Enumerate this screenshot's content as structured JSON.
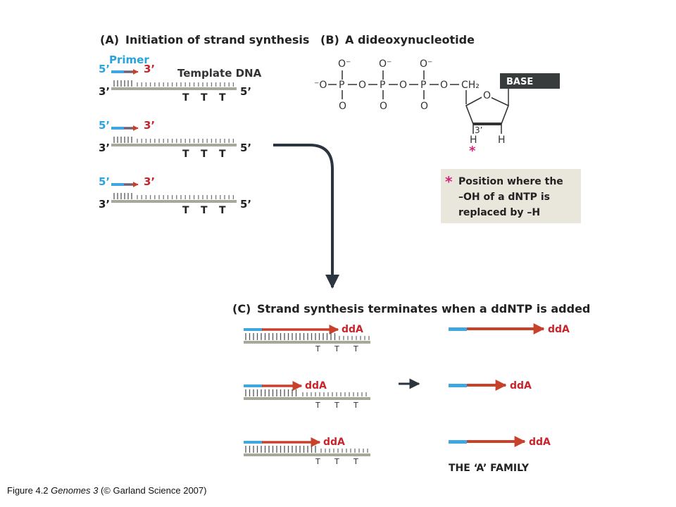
{
  "panel_a": {
    "letter": "(A)",
    "title": "Initiation of strand synthesis",
    "primer_label": "Primer",
    "template_label": "Template DNA",
    "end5": "5’",
    "end3": "3’",
    "template_bases": [
      "T",
      "T",
      "T"
    ]
  },
  "panel_b": {
    "letter": "(B)",
    "title": "A dideoxynucleotide",
    "o_top": "O⁻",
    "o_left": "⁻O",
    "p": "P",
    "o": "O",
    "ch2": "CH₂",
    "ring_o": "O",
    "base_label": "BASE",
    "c3_label": "3’",
    "h": "H",
    "asterisk": "*",
    "key_asterisk": "*",
    "key_text": [
      "Position where the",
      "–OH of a dNTP is",
      "replaced by –H"
    ]
  },
  "panel_c": {
    "letter": "(C)",
    "title": "Strand synthesis terminates when a ddNTP is added",
    "dda_label": "ddA",
    "template_bases": [
      "T",
      "T",
      "T"
    ],
    "family_label": "THE ‘A’ FAMILY"
  },
  "caption": {
    "prefix": "Figure 4.2  ",
    "book": "Genomes 3",
    "suffix": " (© Garland Science 2007)"
  },
  "colors": {
    "primer_blue": "#3fa6e0",
    "label_blue": "#29a3dc",
    "strand_red": "#c8412b",
    "label_red": "#c8242b",
    "template": "#a8a89a",
    "dark": "#2b3540",
    "asterisk_pink": "#d6247a",
    "key_box": "#e9e6dc"
  }
}
